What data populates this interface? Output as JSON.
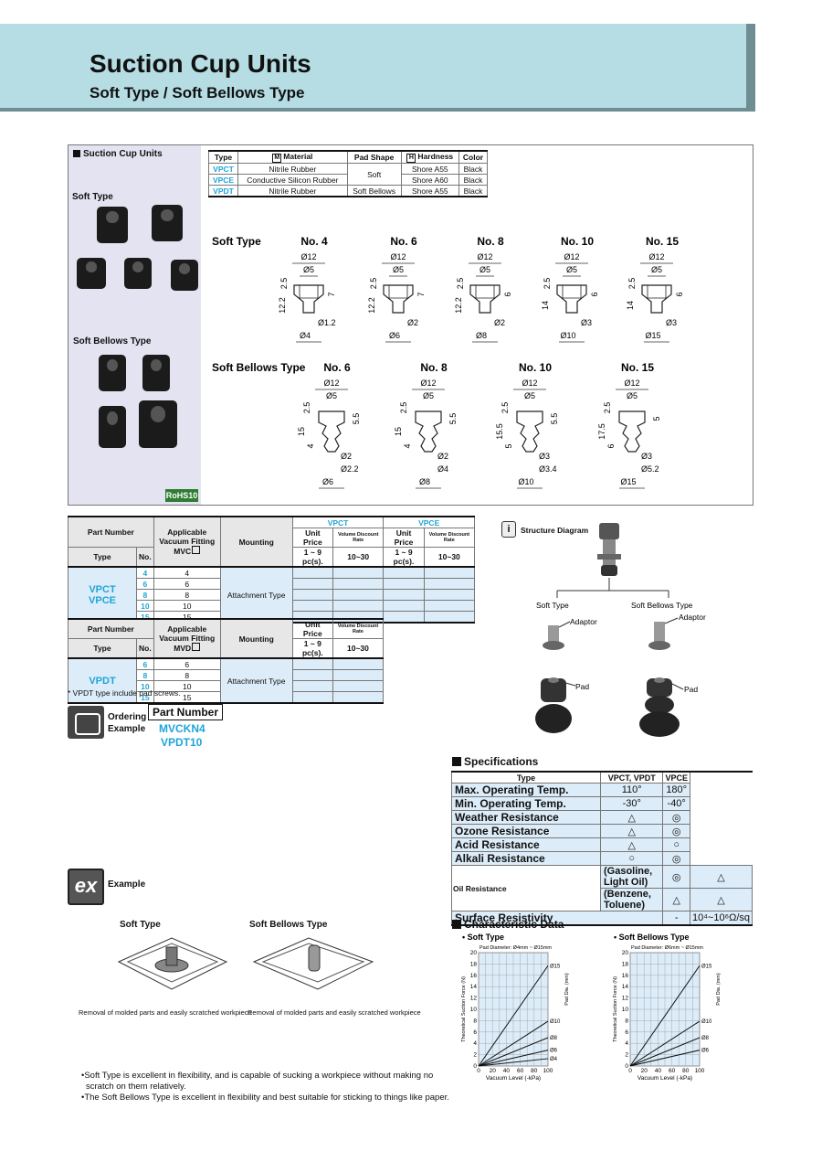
{
  "header": {
    "title": "Suction Cup Units",
    "subtitle": "Soft Type / Soft Bellows Type"
  },
  "left_panel": {
    "heading": "Suction Cup Units",
    "soft_type": "Soft Type",
    "soft_bellows_type": "Soft Bellows Type",
    "rohs": "RoHS10"
  },
  "material_table": {
    "headers": [
      "Type",
      "Material",
      "Pad Shape",
      "Hardness",
      "Color"
    ],
    "header_marks": {
      "material": "M",
      "hardness": "H"
    },
    "rows": [
      [
        "VPCT",
        "Nitrile Rubber",
        "Soft",
        "Shore A55",
        "Black"
      ],
      [
        "VPCE",
        "Conductive Silicon Rubber",
        "",
        "Shore A60",
        "Black"
      ],
      [
        "VPDT",
        "Nitrile Rubber",
        "Soft Bellows",
        "Shore A55",
        "Black"
      ]
    ]
  },
  "drawings": {
    "soft_label": "Soft Type",
    "bellows_label": "Soft Bellows Type",
    "soft": [
      {
        "no": "No. 4",
        "d1": "Ø12",
        "d2": "Ø5",
        "h1": "12.2",
        "h2": "2.5",
        "h3": "7",
        "b1": "Ø1.2",
        "b2": "Ø4"
      },
      {
        "no": "No. 6",
        "d1": "Ø12",
        "d2": "Ø5",
        "h1": "12.2",
        "h2": "2.5",
        "h3": "7",
        "b1": "Ø2",
        "b2": "Ø6"
      },
      {
        "no": "No. 8",
        "d1": "Ø12",
        "d2": "Ø5",
        "h1": "12.2",
        "h2": "2.5",
        "h3": "6",
        "b1": "Ø2",
        "b2": "Ø8"
      },
      {
        "no": "No. 10",
        "d1": "Ø12",
        "d2": "Ø5",
        "h1": "14",
        "h2": "2.5",
        "h3": "6",
        "b1": "Ø3",
        "b2": "Ø10"
      },
      {
        "no": "No. 15",
        "d1": "Ø12",
        "d2": "Ø5",
        "h1": "14",
        "h2": "2.5",
        "h3": "6",
        "b1": "Ø3",
        "b2": "Ø15"
      }
    ],
    "bellows": [
      {
        "no": "No. 6",
        "d1": "Ø12",
        "d2": "Ø5",
        "h1": "15",
        "h2": "2.5",
        "h3": "5.5",
        "h4": "4",
        "b1": "Ø2",
        "b2": "Ø2.2",
        "b3": "Ø6"
      },
      {
        "no": "No. 8",
        "d1": "Ø12",
        "d2": "Ø5",
        "h1": "15",
        "h2": "2.5",
        "h3": "5.5",
        "h4": "4",
        "b1": "Ø2",
        "b2": "Ø4",
        "b3": "Ø8"
      },
      {
        "no": "No. 10",
        "d1": "Ø12",
        "d2": "Ø5",
        "h1": "15.5",
        "h2": "2.5",
        "h3": "5.5",
        "h4": "5",
        "b1": "Ø3",
        "b2": "Ø3.4",
        "b3": "Ø10"
      },
      {
        "no": "No. 15",
        "d1": "Ø12",
        "d2": "Ø5",
        "h1": "17.5",
        "h2": "2.5",
        "h3": "5",
        "h4": "6",
        "b1": "Ø3",
        "b2": "Ø5.2",
        "b3": "Ø15"
      }
    ]
  },
  "price_table1": {
    "h_part_number": "Part Number",
    "h_type": "Type",
    "h_no": "No.",
    "h_fitting": "Applicable Vacuum Fitting MVC",
    "h_mounting": "Mounting",
    "h_vpct": "VPCT",
    "h_vpce": "VPCE",
    "h_unit_price": "Unit Price",
    "h_volume": "Volume Discount Rate",
    "h_qty1": "1 ~ 9 pc(s).",
    "h_qty2": "10~30",
    "types": "VPCT\nVPCE",
    "nos": [
      "4",
      "6",
      "8",
      "10",
      "15"
    ],
    "fits": [
      "4",
      "6",
      "8",
      "10",
      "15"
    ],
    "mounting": "Attachment Type"
  },
  "price_table2": {
    "h_part_number": "Part Number",
    "h_type": "Type",
    "h_no": "No.",
    "h_fitting": "Applicable Vacuum Fitting MVD",
    "h_mounting": "Mounting",
    "h_unit_price": "Unit Price",
    "h_volume": "Volume Discount Rate",
    "h_qty1": "1 ~ 9 pc(s).",
    "h_qty2": "10~30",
    "type": "VPDT",
    "nos": [
      "6",
      "8",
      "10",
      "15"
    ],
    "fits": [
      "6",
      "8",
      "10",
      "15"
    ],
    "mounting": "Attachment Type",
    "note": "* VPDT type include pad screws."
  },
  "ordering": {
    "label1": "Ordering",
    "label2": "Example",
    "part_number_label": "Part Number",
    "pn1": "MVCKN4",
    "pn2": "VPDT10"
  },
  "structure": {
    "title": "Structure Diagram",
    "soft": "Soft Type",
    "bellows": "Soft Bellows Type",
    "adaptor": "Adaptor",
    "pad": "Pad"
  },
  "specifications": {
    "title": "Specifications",
    "headers": [
      "Type",
      "VPCT, VPDT",
      "VPCE"
    ],
    "rows": [
      {
        "name": "Max. Operating Temp.",
        "a": "110°",
        "b": "180°"
      },
      {
        "name": "Min. Operating Temp.",
        "a": "-30°",
        "b": "-40°"
      },
      {
        "name": "Weather Resistance",
        "a": "△",
        "b": "◎"
      },
      {
        "name": "Ozone Resistance",
        "a": "△",
        "b": "◎"
      },
      {
        "name": "Acid Resistance",
        "a": "△",
        "b": "○"
      },
      {
        "name": "Alkali Resistance",
        "a": "○",
        "b": "◎"
      }
    ],
    "oil_label": "Oil Resistance",
    "oil_rows": [
      {
        "name": "(Gasoline, Light Oil)",
        "a": "◎",
        "b": "△"
      },
      {
        "name": "(Benzene, Toluene)",
        "a": "△",
        "b": "△"
      }
    ],
    "surface": {
      "name": "Surface Resistivity",
      "a": "-",
      "b": "10⁴~10⁶Ω/sq"
    }
  },
  "example": {
    "label": "Example",
    "soft": "Soft Type",
    "bellows": "Soft Bellows Type",
    "caption": "Removal of molded parts and easily scratched workpiece"
  },
  "notes": [
    "•Soft Type is excellent in flexibility, and is capable of sucking a workpiece without making no",
    "scratch on them relatively.",
    "•The Soft Bellows Type is excellent in flexibility and best suitable for sticking to things like paper."
  ],
  "characteristic": {
    "title": "Characteristic Data"
  },
  "chart_data": [
    {
      "type": "line",
      "title": "• Soft Type",
      "subtitle": "Pad Diameter: Ø4mm ~ Ø15mm",
      "xlabel": "Vacuum Level (-kPa)",
      "ylabel": "Theoretical Suction Force (N)",
      "y2label": "Pad Dia. (mm)",
      "xlim": [
        0,
        100
      ],
      "ylim": [
        0,
        20
      ],
      "xticks": [
        0,
        10,
        20,
        30,
        40,
        50,
        60,
        70,
        80,
        90,
        100
      ],
      "yticks": [
        0,
        2,
        4,
        6,
        8,
        10,
        12,
        14,
        16,
        18,
        20
      ],
      "series": [
        {
          "name": "Ø15",
          "x": [
            0,
            100
          ],
          "y": [
            0,
            17.7
          ]
        },
        {
          "name": "Ø10",
          "x": [
            0,
            100
          ],
          "y": [
            0,
            7.9
          ]
        },
        {
          "name": "Ø8",
          "x": [
            0,
            100
          ],
          "y": [
            0,
            5.0
          ]
        },
        {
          "name": "Ø6",
          "x": [
            0,
            100
          ],
          "y": [
            0,
            2.8
          ]
        },
        {
          "name": "Ø4",
          "x": [
            0,
            100
          ],
          "y": [
            0,
            1.3
          ]
        }
      ],
      "grid": true
    },
    {
      "type": "line",
      "title": "• Soft Bellows Type",
      "subtitle": "Pad Diameter: Ø6mm ~ Ø15mm",
      "xlabel": "Vacuum Level (-kPa)",
      "ylabel": "Theoretical Suction Force (N)",
      "y2label": "Pad Dia. (mm)",
      "xlim": [
        0,
        100
      ],
      "ylim": [
        0,
        20
      ],
      "xticks": [
        0,
        10,
        20,
        30,
        40,
        50,
        60,
        70,
        80,
        90,
        100
      ],
      "yticks": [
        0,
        2,
        4,
        6,
        8,
        10,
        12,
        14,
        16,
        18,
        20
      ],
      "series": [
        {
          "name": "Ø15",
          "x": [
            0,
            100
          ],
          "y": [
            0,
            17.7
          ]
        },
        {
          "name": "Ø10",
          "x": [
            0,
            100
          ],
          "y": [
            0,
            7.9
          ]
        },
        {
          "name": "Ø8",
          "x": [
            0,
            100
          ],
          "y": [
            0,
            5.0
          ]
        },
        {
          "name": "Ø6",
          "x": [
            0,
            100
          ],
          "y": [
            0,
            2.8
          ]
        }
      ],
      "grid": true
    }
  ]
}
